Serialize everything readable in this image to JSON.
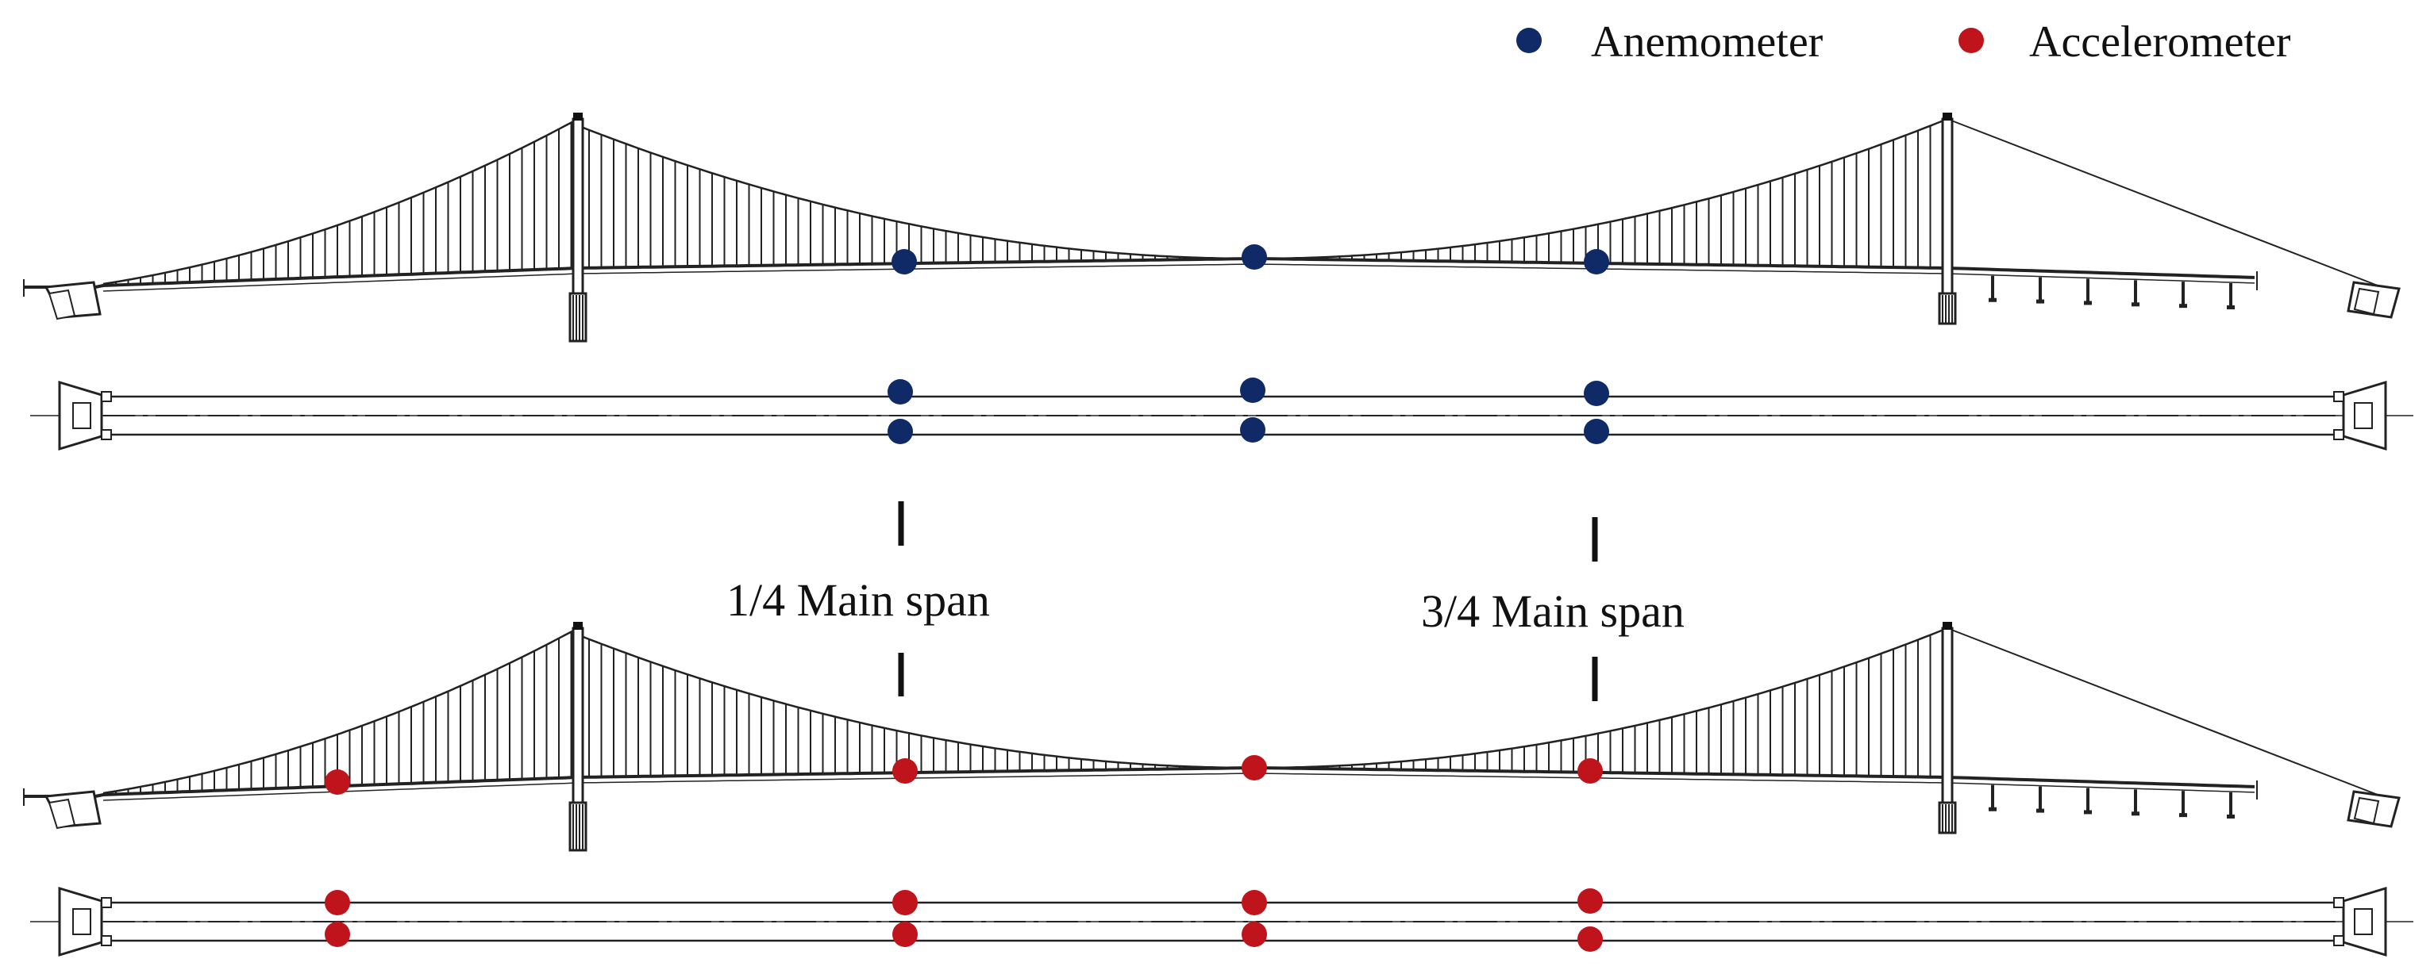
{
  "legend": {
    "anemometer_label": "Anemometer",
    "accelerometer_label": "Accelerometer",
    "anemometer_color": "#0f2a66",
    "accelerometer_color": "#c0141c"
  },
  "annotations": {
    "quarter_span": "1/4 Main span",
    "three_quarter_span": "3/4 Main span"
  },
  "anemometer_positions": {
    "elevation": [
      "1/4 main span",
      "mid main span",
      "3/4 main span"
    ],
    "plan": [
      "1/4 main span (both deck edges)",
      "mid main span (both deck edges)",
      "3/4 main span (both deck edges)"
    ]
  },
  "accelerometer_positions": {
    "elevation": [
      "side span",
      "1/4 main span",
      "mid main span",
      "3/4 main span"
    ],
    "plan": [
      "side span (both deck edges)",
      "1/4 main span (both deck edges)",
      "mid main span (both deck edges)",
      "3/4 main span (both deck edges)"
    ]
  },
  "line_color": "#222222"
}
